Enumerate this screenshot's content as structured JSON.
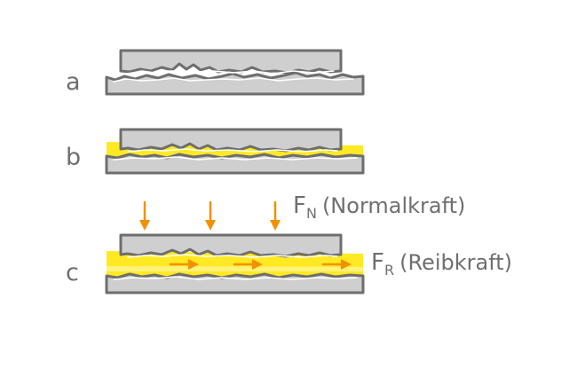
{
  "rows": [
    {
      "id": "a",
      "label": "a"
    },
    {
      "id": "b",
      "label": "b"
    },
    {
      "id": "c",
      "label": "c"
    }
  ],
  "forces": {
    "normal": {
      "symbol": "F",
      "subscript": "N",
      "desc": "(Normalkraft)"
    },
    "friction": {
      "symbol": "F",
      "subscript": "R",
      "desc": "(Reibkraft)"
    }
  },
  "colors": {
    "plate_fill": "#cfcfcf",
    "plate_outline": "#6e6e6e",
    "lubricant": "#ffe923",
    "arrow": "#f29100",
    "label": "#6f6f6f"
  }
}
